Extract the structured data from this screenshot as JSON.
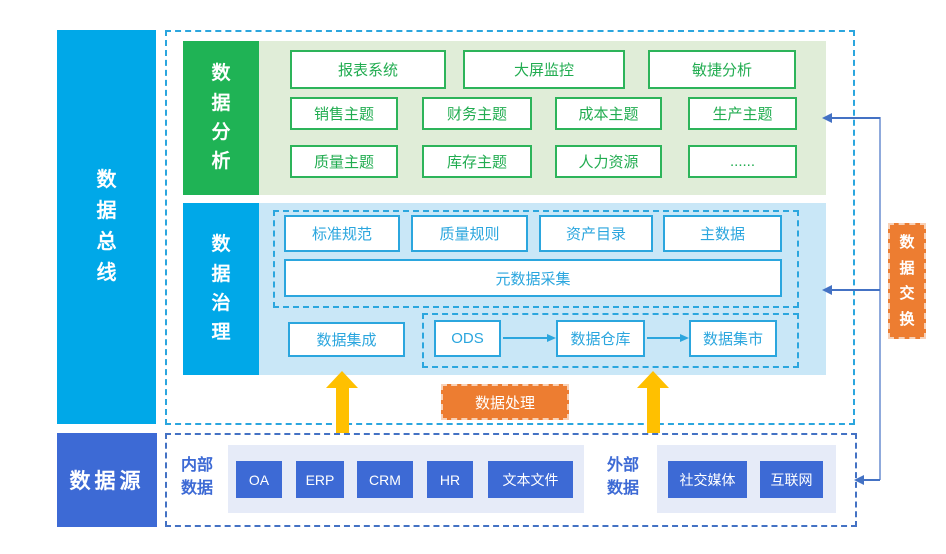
{
  "bus": {
    "label": "数据总线"
  },
  "source_bar": {
    "label": "数据源"
  },
  "analysis": {
    "label": "数据分析",
    "apps": [
      "报表系统",
      "大屏监控",
      "敏捷分析"
    ],
    "themes": [
      "销售主题",
      "财务主题",
      "成本主题",
      "生产主题",
      "质量主题",
      "库存主题",
      "人力资源",
      "......"
    ]
  },
  "governance": {
    "label": "数据治理",
    "standards": [
      "标准规范",
      "质量规则",
      "资产目录",
      "主数据"
    ],
    "metadata": "元数据采集",
    "integration": "数据集成",
    "pipeline": [
      "ODS",
      "数据仓库",
      "数据集市"
    ]
  },
  "processing": {
    "label": "数据处理"
  },
  "exchange": {
    "label": "数据交换"
  },
  "sources": {
    "internal_label": "内部数据",
    "internal": [
      "OA",
      "ERP",
      "CRM",
      "HR",
      "文本文件"
    ],
    "external_label": "外部数据",
    "external": [
      "社交媒体",
      "互联网"
    ]
  },
  "colors": {
    "azure": "#00A8E8",
    "green": "#1FB355",
    "light_green": "#E0EDD8",
    "light_blue": "#C9E7F7",
    "box_blue": "#2BA6DE",
    "royal_blue": "#3D6AD5",
    "lavender": "#E6EBF8",
    "orange": "#ED7D31",
    "gold": "#FFC000",
    "connector": "#4472C4"
  }
}
